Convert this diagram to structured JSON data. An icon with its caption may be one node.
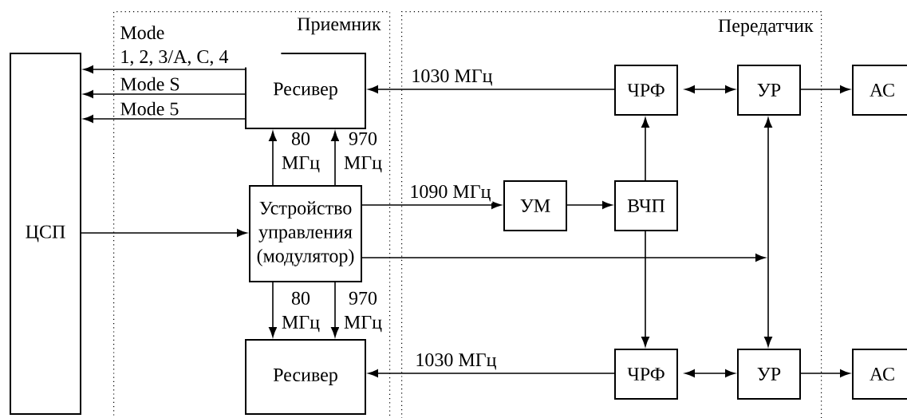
{
  "diagram": {
    "nodes": [
      {
        "text": [
          "Приемник"
        ]
      },
      {
        "text": [
          "Передатчик"
        ]
      },
      {
        "text": [
          "ЦСП"
        ]
      },
      {
        "text": [
          "Ресивер"
        ],
        "in": 0
      },
      {
        "text": [
          "Устройство управления (модулятор)"
        ],
        "in": 0
      },
      {
        "text": [
          "Ресивер"
        ],
        "in": 0
      },
      {
        "text": [
          "ЧРФ"
        ],
        "in": 1
      },
      {
        "text": [
          "УР"
        ],
        "in": 1
      },
      {
        "text": [
          "АС"
        ]
      },
      {
        "text": [
          "УМ"
        ],
        "in": 1
      },
      {
        "text": [
          "ВЧП"
        ],
        "in": 1
      },
      {
        "text": [
          "ЧРФ"
        ],
        "in": 1
      },
      {
        "text": [
          "УР"
        ],
        "in": 1
      },
      {
        "text": [
          "АС"
        ]
      }
    ],
    "edges": [
      {
        "from": 3,
        "to": 2,
        "arrow": "to",
        "label": "Mode 1, 2, 3/A, C, 4"
      },
      {
        "from": 3,
        "to": 2,
        "arrow": "to",
        "label": "Mode S"
      },
      {
        "from": 3,
        "to": 2,
        "arrow": "to",
        "label": "Mode 5"
      },
      {
        "from": 2,
        "to": 4,
        "arrow": "to"
      },
      {
        "from": 4,
        "to": 3,
        "arrow": "to",
        "label": "80 МГц"
      },
      {
        "from": 4,
        "to": 3,
        "arrow": "to",
        "label": "970 МГц"
      },
      {
        "from": 4,
        "to": 5,
        "arrow": "to",
        "label": "80 МГц"
      },
      {
        "from": 4,
        "to": 5,
        "arrow": "to",
        "label": "970 МГц"
      },
      {
        "from": 6,
        "to": 3,
        "arrow": "to",
        "label": "1030 МГц"
      },
      {
        "from": 4,
        "to": 9,
        "arrow": "to",
        "label": "1090 МГц"
      },
      {
        "from": 9,
        "to": 10,
        "arrow": "to"
      },
      {
        "from": 10,
        "to": 6,
        "arrow": "to"
      },
      {
        "from": 10,
        "to": 11,
        "arrow": "to"
      },
      {
        "from": 6,
        "to": 7,
        "arrow": "both"
      },
      {
        "from": 7,
        "to": 8,
        "arrow": "to"
      },
      {
        "from": 4,
        "to": null,
        "arrow": "to"
      },
      {
        "from": 7,
        "to": 12,
        "arrow": "both"
      },
      {
        "from": 11,
        "to": 5,
        "arrow": "to",
        "label": "1030 МГц"
      },
      {
        "from": 11,
        "to": 12,
        "arrow": "both"
      },
      {
        "from": 12,
        "to": 13,
        "arrow": "to"
      }
    ]
  }
}
